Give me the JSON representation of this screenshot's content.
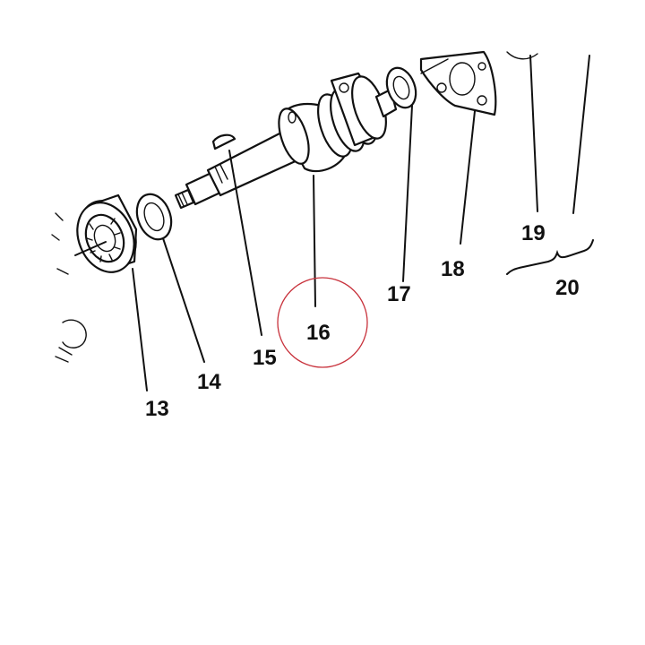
{
  "diagram": {
    "callouts": [
      {
        "id": "c13",
        "label": "13"
      },
      {
        "id": "c14",
        "label": "14"
      },
      {
        "id": "c15",
        "label": "15"
      },
      {
        "id": "c16",
        "label": "16"
      },
      {
        "id": "c17",
        "label": "17"
      },
      {
        "id": "c18",
        "label": "18"
      },
      {
        "id": "c19",
        "label": "19"
      },
      {
        "id": "c20",
        "label": "20"
      }
    ],
    "highlighted_part": "16",
    "colors": {
      "line": "#111111",
      "highlight": "#c8323c",
      "background": "#ffffff"
    }
  }
}
